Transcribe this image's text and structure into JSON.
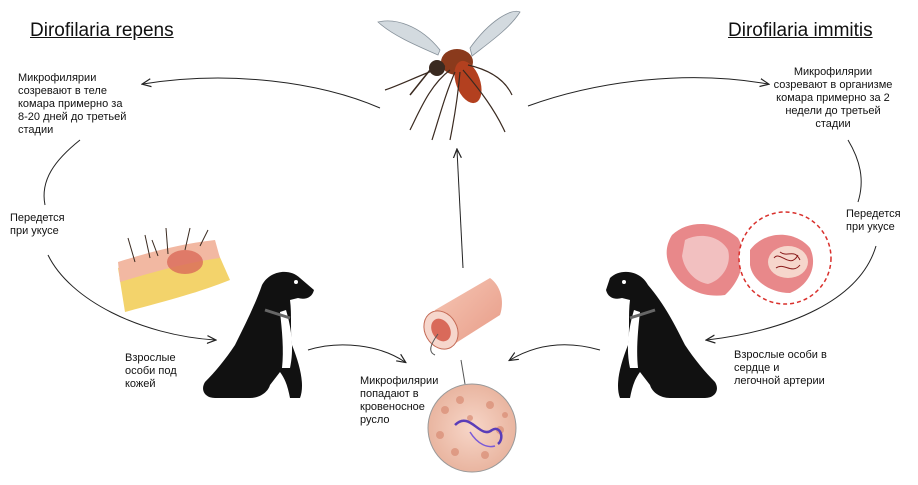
{
  "titles": {
    "left": "Dirofilaria repens",
    "right": "Dirofilaria immitis"
  },
  "labels": {
    "left_maturation": "Микрофилярии\nсозревают в теле\nкомара примерно за\n8-20 дней до третьей\nстадии",
    "right_maturation": "Микрофилярии\nсозревают в организме\nкомара примерно за 2\nнедели до третьей\nстадии",
    "left_transmission": "Передется\nпри укусе",
    "right_transmission": "Передется\nпри укусе",
    "left_adults": "Взрослые\nособи под\nкожей",
    "right_adults": "Взрослые особи в\nсердце и\nлегочной артерии",
    "bloodstream": "Микрофилярии\nпопадают в\nкровеносное\nрусло"
  },
  "icons": [
    "mosquito-icon",
    "dog-left-icon",
    "dog-right-icon",
    "skin-icon",
    "heart-icon",
    "heart-cross-section-icon",
    "blood-vessel-icon",
    "microscope-blood-icon"
  ],
  "colors": {
    "arrow": "#222222",
    "skin": "#f2b8a2",
    "fat": "#f3d36b",
    "heart": "#e8888a",
    "dog": "#111111",
    "mosquito": "#b3401f"
  }
}
